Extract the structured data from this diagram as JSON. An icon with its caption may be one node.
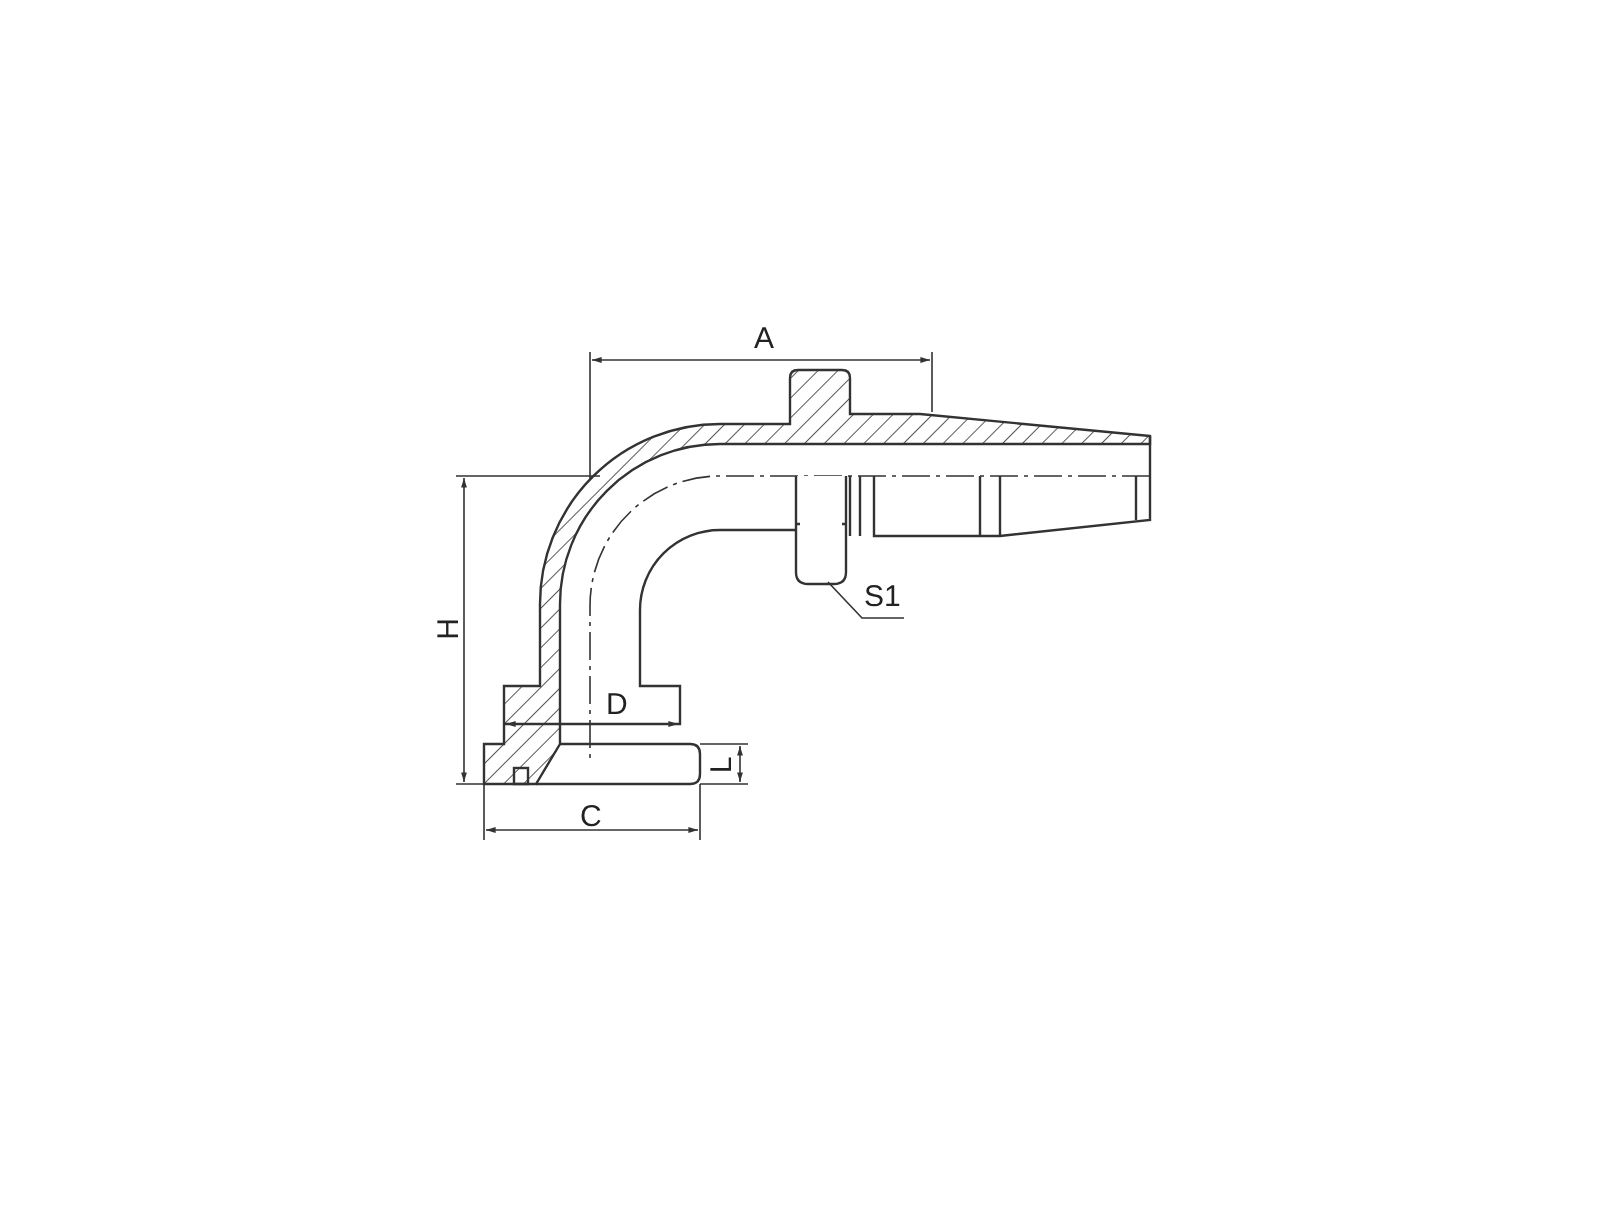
{
  "diagram": {
    "nodes": [
      {
        "text": [
          "S1"
        ]
      },
      {
        "text": [],
        "shape": "picture"
      }
    ],
    "edges": [
      {
        "from": 0,
        "to": 1,
        "arrow": "none"
      }
    ],
    "labels": [
      "A",
      "H",
      "D",
      "C",
      "L"
    ]
  }
}
